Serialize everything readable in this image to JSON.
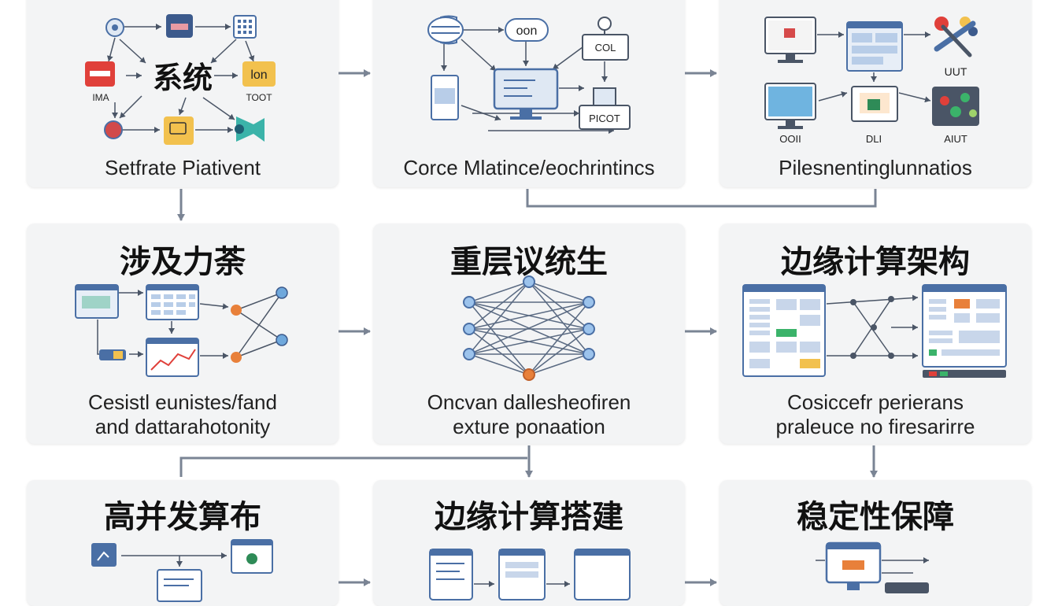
{
  "row1": {
    "p1": {
      "caption": "Setfrate Piativent",
      "center_title": "系统",
      "labels": [
        "IMA",
        "TOOT"
      ],
      "tag": "lon"
    },
    "p2": {
      "caption": "Corce Mlatince/eochrintincs",
      "labels": [
        "oon",
        "COL",
        "PICOT"
      ]
    },
    "p3": {
      "caption": "Pilesnentinglunnatios",
      "labels": [
        "UUT",
        "OOII",
        "DLI",
        "AIUT"
      ]
    }
  },
  "row2": {
    "p4": {
      "title": "涉及力荼",
      "caption_lines": [
        "Cesistl eunistes/fand",
        "and dattarahotonity"
      ]
    },
    "p5": {
      "title": "重层议统生",
      "caption_lines": [
        "Oncvan dallesheofiren",
        "exture ponaation"
      ]
    },
    "p6": {
      "title": "边缘计算架构",
      "caption_lines": [
        "Cosiccefr perierans",
        "praleuce no firesarirre"
      ]
    }
  },
  "row3": {
    "p7": {
      "title": "高并发算布"
    },
    "p8": {
      "title": "边缘计算搭建"
    },
    "p9": {
      "title": "稳定性保障"
    }
  },
  "colors": {
    "panel": "#f3f4f5",
    "arrow": "#7a8494",
    "icon_blue": "#4a6fa5",
    "accent_orange": "#e8803a",
    "accent_yellow": "#f2c14e",
    "accent_red": "#e0403a",
    "node_blue": "#9cc3ec"
  }
}
